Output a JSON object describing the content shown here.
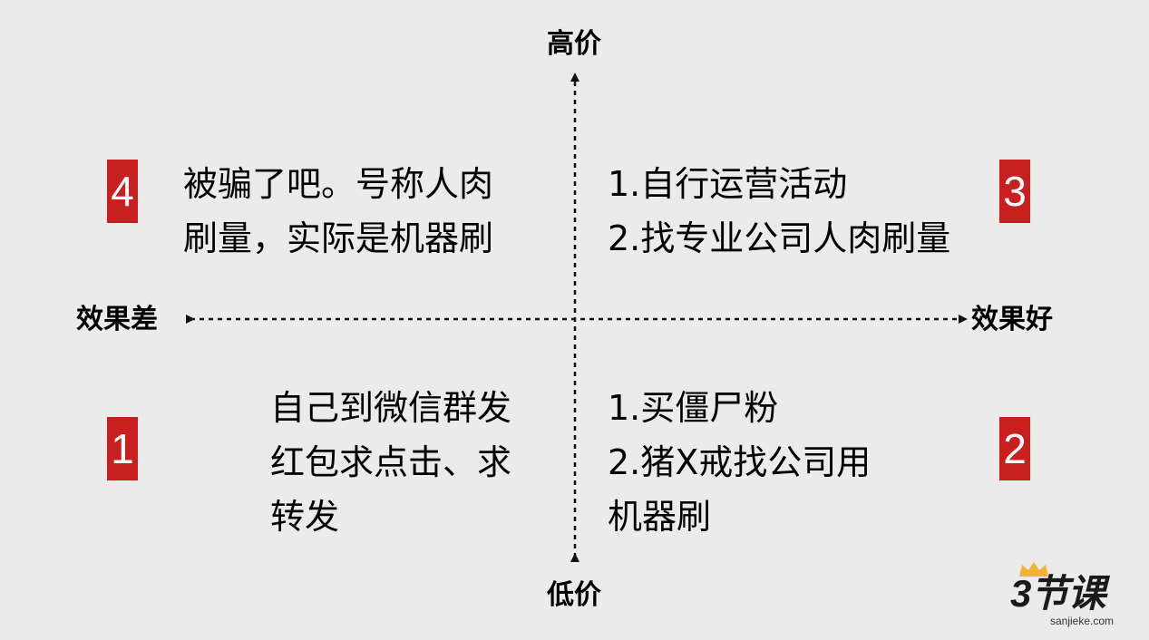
{
  "axes": {
    "top": "高价",
    "bottom": "低价",
    "left": "效果差",
    "right": "效果好"
  },
  "quadrants": {
    "q1": {
      "number": "1",
      "lines": [
        "自己到微信群发",
        "红包求点击、求",
        "转发"
      ]
    },
    "q2": {
      "number": "2",
      "lines": [
        "1.买僵尸粉",
        "2.猪X戒找公司用",
        "机器刷"
      ]
    },
    "q3": {
      "number": "3",
      "lines": [
        "1.自行运营活动",
        "2.找专业公司人肉刷量"
      ]
    },
    "q4": {
      "number": "4",
      "lines": [
        "被骗了吧。号称人肉",
        "刷量，实际是机器刷"
      ]
    }
  },
  "logo": {
    "main": "3节课",
    "sub": "sanjieke.com"
  },
  "colors": {
    "background": "#ebebeb",
    "badge": "#c8201f",
    "axis": "#111111",
    "crown": "#f2b233"
  }
}
